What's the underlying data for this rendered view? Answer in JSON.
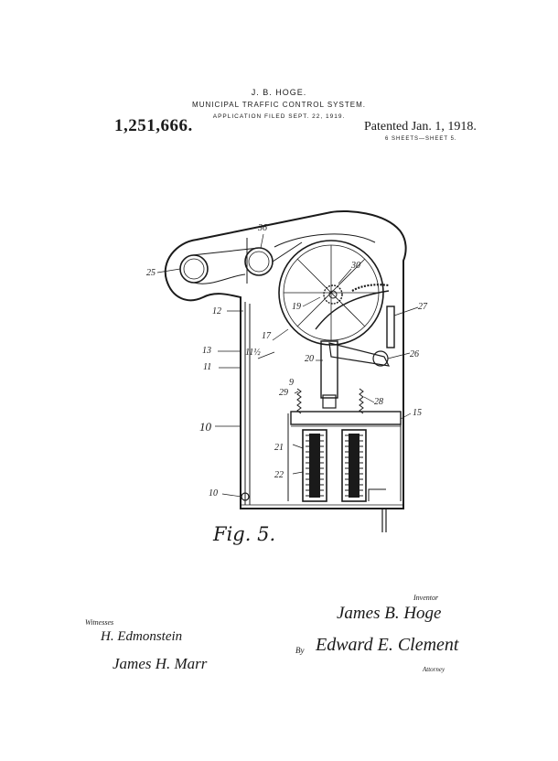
{
  "header": {
    "inventor_name": "J. B. HOGE.",
    "title": "MUNICIPAL TRAFFIC CONTROL SYSTEM.",
    "application_filed": "APPLICATION FILED SEPT. 22, 1919.",
    "patent_number": "1,251,666.",
    "patented_date": "Patented Jan. 1, 1918.",
    "sheets": "6 SHEETS—SHEET 5."
  },
  "figure": {
    "caption": "Fig. 5.",
    "reference_numerals": [
      {
        "id": "ref-36",
        "text": "36"
      },
      {
        "id": "ref-30",
        "text": "30"
      },
      {
        "id": "ref-25",
        "text": "25"
      },
      {
        "id": "ref-19",
        "text": "19"
      },
      {
        "id": "ref-27",
        "text": "27"
      },
      {
        "id": "ref-12a",
        "text": "12"
      },
      {
        "id": "ref-17",
        "text": "17"
      },
      {
        "id": "ref-13",
        "text": "13"
      },
      {
        "id": "ref-11half",
        "text": "11½"
      },
      {
        "id": "ref-20",
        "text": "20"
      },
      {
        "id": "ref-26",
        "text": "26"
      },
      {
        "id": "ref-11",
        "text": "11"
      },
      {
        "id": "ref-9",
        "text": "9"
      },
      {
        "id": "ref-29",
        "text": "29"
      },
      {
        "id": "ref-28",
        "text": "28"
      },
      {
        "id": "ref-15",
        "text": "15"
      },
      {
        "id": "ref-10",
        "text": "10"
      },
      {
        "id": "ref-21",
        "text": "21"
      },
      {
        "id": "ref-22",
        "text": "22"
      },
      {
        "id": "ref-10b",
        "text": "10"
      }
    ]
  },
  "signatures": {
    "inventor_label": "Inventor",
    "inventor_signature": "James B. Hoge",
    "by_label": "By",
    "attorney_signature": "Edward E. Clement",
    "attorney_label": "Attorney",
    "witnesses_label": "Witnesses",
    "witness_1": "H. Edmonstein",
    "witness_2": "James H. Marr"
  }
}
